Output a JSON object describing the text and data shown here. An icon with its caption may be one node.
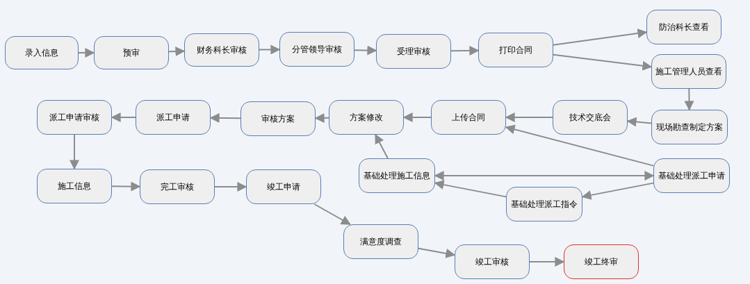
{
  "diagram": {
    "nodes": [
      {
        "text": [
          "录入信息"
        ]
      },
      {
        "text": [
          "预审"
        ]
      },
      {
        "text": [
          "财务科长审核"
        ]
      },
      {
        "text": [
          "分管领导审核"
        ]
      },
      {
        "text": [
          "受理审核"
        ]
      },
      {
        "text": [
          "打印合同"
        ]
      },
      {
        "text": [
          "防治科长查看"
        ]
      },
      {
        "text": [
          "施工管理人员查看"
        ]
      },
      {
        "text": [
          "现场勘查制定方案"
        ]
      },
      {
        "text": [
          "技术交底会"
        ]
      },
      {
        "text": [
          "上传合同"
        ]
      },
      {
        "text": [
          "方案修改"
        ]
      },
      {
        "text": [
          "审核方案"
        ]
      },
      {
        "text": [
          "派工申请"
        ]
      },
      {
        "text": [
          "派工申请审核"
        ]
      },
      {
        "text": [
          "施工信息"
        ]
      },
      {
        "text": [
          "完工审核"
        ]
      },
      {
        "text": [
          "竣工申请"
        ]
      },
      {
        "text": [
          "基础处理施工信息"
        ]
      },
      {
        "text": [
          "基础处理派工申请"
        ]
      },
      {
        "text": [
          "基础处理派工指令"
        ]
      },
      {
        "text": [
          "满意度调查"
        ]
      },
      {
        "text": [
          "竣工审核"
        ]
      },
      {
        "text": [
          "竣工终审"
        ]
      }
    ],
    "edges": [
      {
        "from": 0,
        "to": 1,
        "arrow": "to"
      },
      {
        "from": 1,
        "to": 2,
        "arrow": "to"
      },
      {
        "from": 2,
        "to": 3,
        "arrow": "to"
      },
      {
        "from": 3,
        "to": 4,
        "arrow": "to"
      },
      {
        "from": 4,
        "to": 5,
        "arrow": "to"
      },
      {
        "from": 5,
        "to": 6,
        "arrow": "to"
      },
      {
        "from": 5,
        "to": 7,
        "arrow": "to"
      },
      {
        "from": 7,
        "to": 8,
        "arrow": "to"
      },
      {
        "from": 8,
        "to": 9,
        "arrow": "to"
      },
      {
        "from": 9,
        "to": 10,
        "arrow": "to"
      },
      {
        "from": 10,
        "to": 11,
        "arrow": "to"
      },
      {
        "from": 11,
        "to": 12,
        "arrow": "to"
      },
      {
        "from": 12,
        "to": 13,
        "arrow": "to"
      },
      {
        "from": 13,
        "to": 14,
        "arrow": "to"
      },
      {
        "from": 14,
        "to": 15,
        "arrow": "to"
      },
      {
        "from": 15,
        "to": 16,
        "arrow": "to"
      },
      {
        "from": 16,
        "to": 17,
        "arrow": "to"
      },
      {
        "from": 17,
        "to": 21,
        "arrow": "to"
      },
      {
        "from": 21,
        "to": 22,
        "arrow": "to"
      },
      {
        "from": 22,
        "to": 23,
        "arrow": "to"
      },
      {
        "from": 19,
        "to": 10,
        "arrow": "to"
      },
      {
        "from": 18,
        "to": 19,
        "arrow": "both"
      },
      {
        "from": 19,
        "to": 20,
        "arrow": "to"
      },
      {
        "from": 20,
        "to": 18,
        "arrow": "to"
      },
      {
        "from": 18,
        "to": 11,
        "arrow": "to"
      }
    ]
  }
}
